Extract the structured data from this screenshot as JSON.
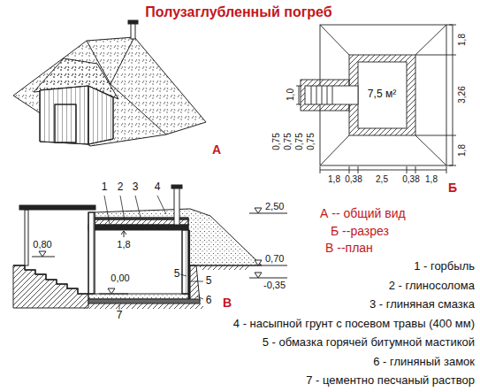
{
  "diagram": {
    "title": "Полузаглубленный погреб",
    "labels": [
      "А",
      "Б",
      "В",
      "А -- общий вид",
      "Б --разрез",
      "В --план",
      "1 - горбыль",
      "2 - глиносолома",
      "3 - глиняная смазка",
      "4 - насыпной грунт с посевом травы (400 мм)",
      "5 - обмазка горячей битумной мастикой",
      "6 - глиняный замок",
      "7 - цементно песчаный раствор",
      "1",
      "2",
      "3",
      "4",
      "1,8",
      "0,80",
      "0,00",
      "5",
      "5",
      "6",
      "7",
      "2,50",
      "0,70",
      "-0,35",
      "7,5 м²",
      "1,0",
      "0,75",
      "0,75",
      "0,75",
      "0,75",
      "1,8",
      "3,26",
      "1,8",
      "1,8",
      "0,38",
      "2,5",
      "0,38",
      "1,8"
    ]
  }
}
